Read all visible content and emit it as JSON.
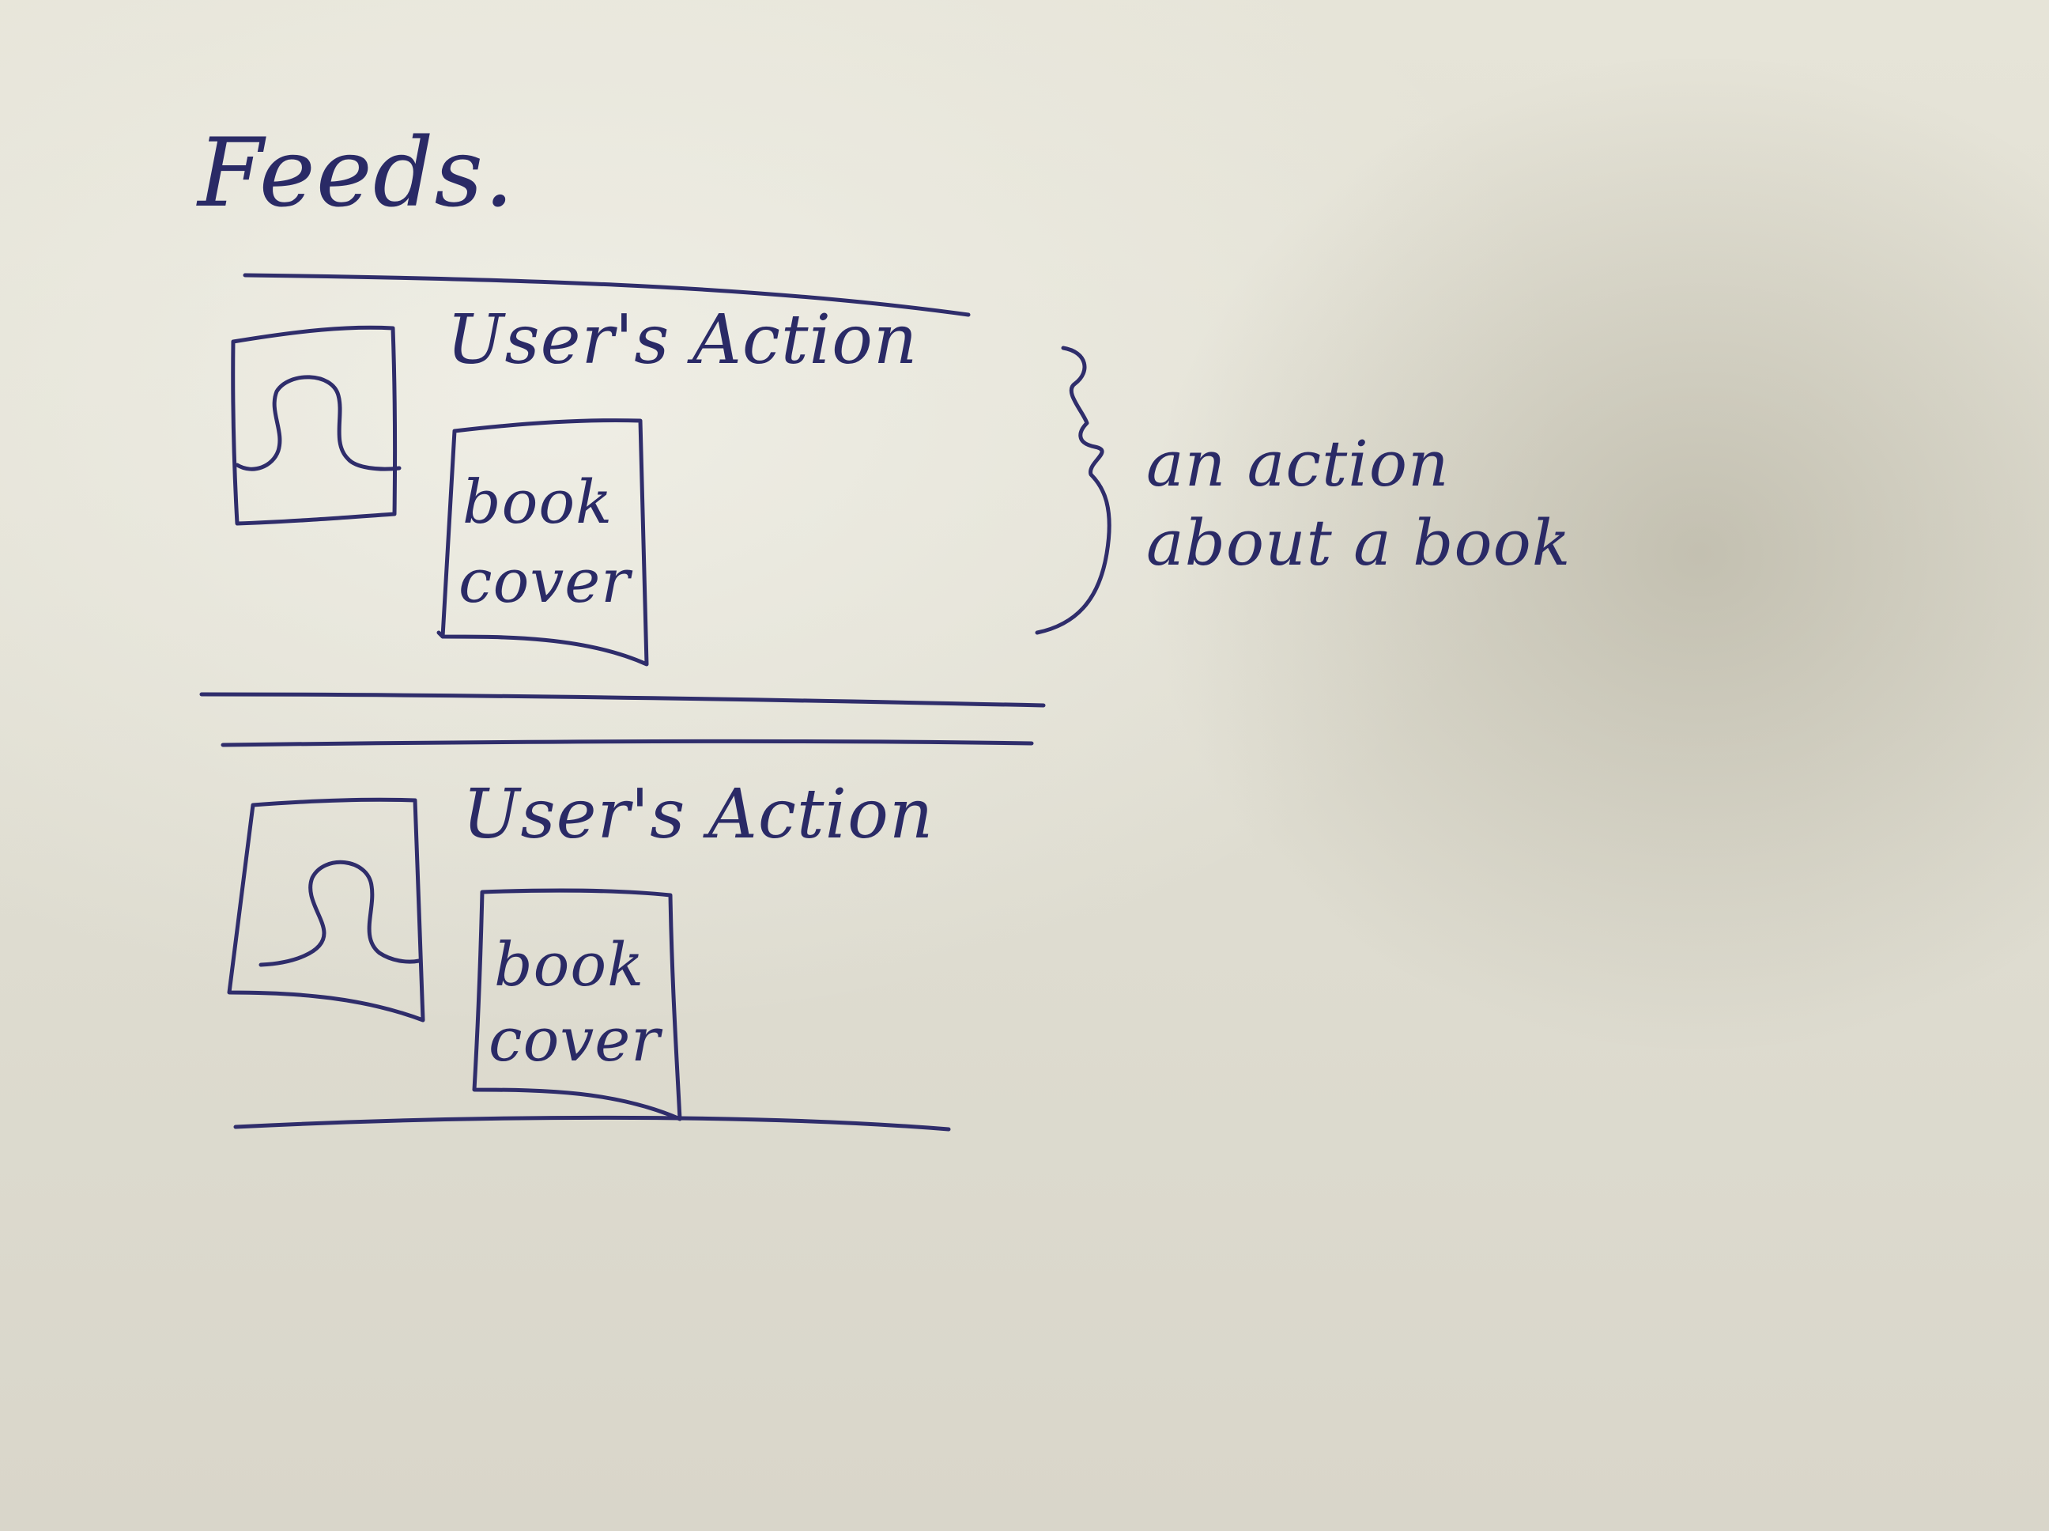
{
  "page": {
    "title": "Feeds."
  },
  "feed": {
    "items": [
      {
        "action_label": "User's Action",
        "cover_label_line1": "book",
        "cover_label_line2": "cover",
        "avatar_icon": "user-silhouette-icon"
      },
      {
        "action_label": "User's Action",
        "cover_label_line1": "book",
        "cover_label_line2": "cover",
        "avatar_icon": "user-silhouette-icon"
      }
    ]
  },
  "annotation": {
    "line1": "an action",
    "line2": "about a book"
  },
  "colors": {
    "ink": "#2a2a66",
    "paper": "#e6e4d8"
  }
}
